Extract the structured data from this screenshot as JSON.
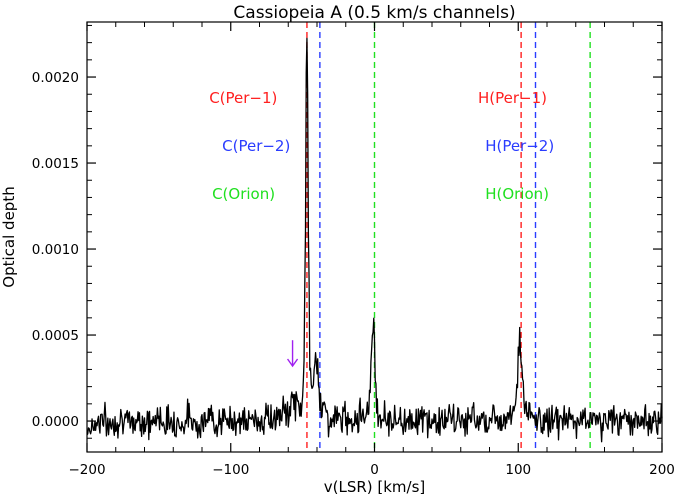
{
  "chart_data": {
    "type": "line",
    "title": "Cassiopeia A (0.5 km/s channels)",
    "xlabel": "v(LSR) [km/s]",
    "ylabel": "Optical depth",
    "xlim": [
      -200,
      200
    ],
    "ylim": [
      -0.00018,
      0.00232
    ],
    "xticks": [
      -200,
      -100,
      0,
      100,
      200
    ],
    "xtick_labels": [
      "−200",
      "−100",
      "0",
      "100",
      "200"
    ],
    "yticks": [
      0.0,
      0.0005,
      0.001,
      0.0015,
      0.002
    ],
    "ytick_labels": [
      "0.0000",
      "0.0005",
      "0.0010",
      "0.0015",
      "0.0020"
    ],
    "grid": false,
    "series": [
      {
        "color": "#000000",
        "x": [
          -200,
          -195,
          -190,
          -185,
          -180,
          -175,
          -170,
          -165,
          -160,
          -155,
          -150,
          -145,
          -140,
          -135,
          -130,
          -125,
          -120,
          -115,
          -110,
          -105,
          -100,
          -95,
          -90,
          -85,
          -80,
          -75,
          -70,
          -65,
          -60,
          -58,
          -56,
          -54,
          -52,
          -50,
          -49,
          -48,
          -47.5,
          -47,
          -46.5,
          -46,
          -45,
          -44,
          -43,
          -42,
          -41,
          -40,
          -39,
          -38,
          -37,
          -36,
          -35,
          -34,
          -33,
          -32,
          -30,
          -25,
          -20,
          -15,
          -10,
          -6,
          -4,
          -3,
          -2,
          -1,
          -0.5,
          0,
          0.5,
          1,
          2,
          3,
          4,
          6,
          10,
          20,
          30,
          40,
          50,
          60,
          70,
          80,
          90,
          95,
          98,
          99,
          100,
          101,
          102,
          103,
          104,
          105,
          106,
          108,
          110,
          112,
          115,
          120,
          125,
          130,
          135,
          140,
          145,
          150,
          155,
          160,
          165,
          170,
          175,
          180,
          185,
          190,
          195,
          200
        ],
        "y": [
          -5e-05,
          -2e-05,
          2e-05,
          -3e-05,
          0.0,
          3e-05,
          -4e-05,
          2e-05,
          0.0,
          -2e-05,
          3e-05,
          -1e-05,
          1e-05,
          -3e-05,
          2e-05,
          0.0,
          -2e-05,
          2e-05,
          1e-05,
          -1e-05,
          0.0,
          2e-05,
          -2e-05,
          1e-05,
          0.0,
          2e-05,
          1e-05,
          3e-05,
          6e-05,
          9e-05,
          0.00012,
          0.0001,
          5e-05,
          0.00012,
          0.0004,
          0.0012,
          0.002,
          0.00215,
          0.0019,
          0.0011,
          0.00035,
          0.0002,
          0.00018,
          0.00025,
          0.00038,
          0.00035,
          0.00026,
          0.00015,
          0.00012,
          0.0001,
          6e-05,
          4e-05,
          2e-05,
          1e-05,
          0.0,
          2e-05,
          1e-05,
          2e-05,
          3e-05,
          5e-05,
          0.0001,
          0.0002,
          0.0004,
          0.0006,
          0.00062,
          0.00045,
          0.00025,
          0.00015,
          8e-05,
          5e-05,
          3e-05,
          2e-05,
          1e-05,
          0.0,
          2e-05,
          -1e-05,
          1e-05,
          0.0,
          2e-05,
          1e-05,
          2e-05,
          5e-05,
          0.00012,
          0.0002,
          0.00035,
          0.00046,
          0.0004,
          0.00025,
          0.00012,
          8e-05,
          5e-05,
          3e-05,
          2e-05,
          1e-05,
          0.0,
          -1e-05,
          2e-05,
          0.0,
          1e-05,
          -2e-05,
          2e-05,
          0.0,
          1e-05,
          -1e-05,
          2e-05,
          0.0,
          1e-05,
          -1e-05,
          0.0,
          1e-05,
          0.0,
          1e-05
        ]
      }
    ],
    "vertical_lines": [
      {
        "x": -47,
        "color": "#ff2020"
      },
      {
        "x": -38,
        "color": "#2a3cff"
      },
      {
        "x": 0,
        "color": "#20e020"
      },
      {
        "x": 102,
        "color": "#ff2020"
      },
      {
        "x": 112,
        "color": "#2a3cff"
      },
      {
        "x": 150,
        "color": "#20e020"
      }
    ],
    "annotations": [
      {
        "text": "C(Per−1)",
        "x": -115,
        "y": 0.00185,
        "color": "#ff2020"
      },
      {
        "text": "C(Per−2)",
        "x": -106,
        "y": 0.00157,
        "color": "#2a3cff"
      },
      {
        "text": "C(Orion)",
        "x": -113,
        "y": 0.00129,
        "color": "#20e020"
      },
      {
        "text": "H(Per−1)",
        "x": 72,
        "y": 0.00185,
        "color": "#ff2020"
      },
      {
        "text": "H(Per−2)",
        "x": 77,
        "y": 0.00157,
        "color": "#2a3cff"
      },
      {
        "text": "H(Orion)",
        "x": 77,
        "y": 0.00129,
        "color": "#20e020"
      }
    ],
    "arrow": {
      "x": -57,
      "y_top": 0.00047,
      "y_bottom": 0.00032,
      "color": "#a020f0"
    }
  }
}
